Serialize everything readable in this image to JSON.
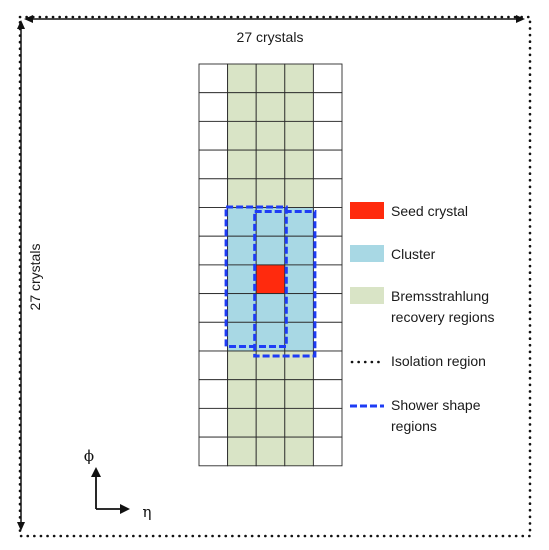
{
  "dimension_labels": {
    "horizontal": "27 crystals",
    "vertical": "27 crystals"
  },
  "grid": {
    "columns": 5,
    "rows": 14,
    "bremsstrahlung_columns": [
      1,
      2,
      3
    ],
    "cluster_cells": {
      "col_start": 1,
      "col_end": 3,
      "row_start": 5,
      "row_end": 9
    },
    "seed_cell": {
      "col": 2,
      "row": 7
    },
    "shower_shape_regions": [
      {
        "col_start": 1,
        "col_end": 2,
        "row_start": 5,
        "row_end": 9
      },
      {
        "col_start": 2,
        "col_end": 3,
        "row_start": 5,
        "row_end": 9
      }
    ]
  },
  "legend": {
    "seed": "Seed crystal",
    "cluster": "Cluster",
    "brems_line1": "Bremsstrahlung",
    "brems_line2": "recovery regions",
    "isolation": "Isolation region",
    "shower_line1": "Shower shape",
    "shower_line2": "regions"
  },
  "axes": {
    "phi": "ϕ",
    "eta": "η"
  },
  "colors": {
    "seed": "#ff2a0d",
    "cluster": "#a8d8e4",
    "bremsstrahlung": "#d9e4c6",
    "shower_outline": "#1e3cf5",
    "grid_line": "#2b2b2b",
    "isolation_dots": "#111111"
  }
}
